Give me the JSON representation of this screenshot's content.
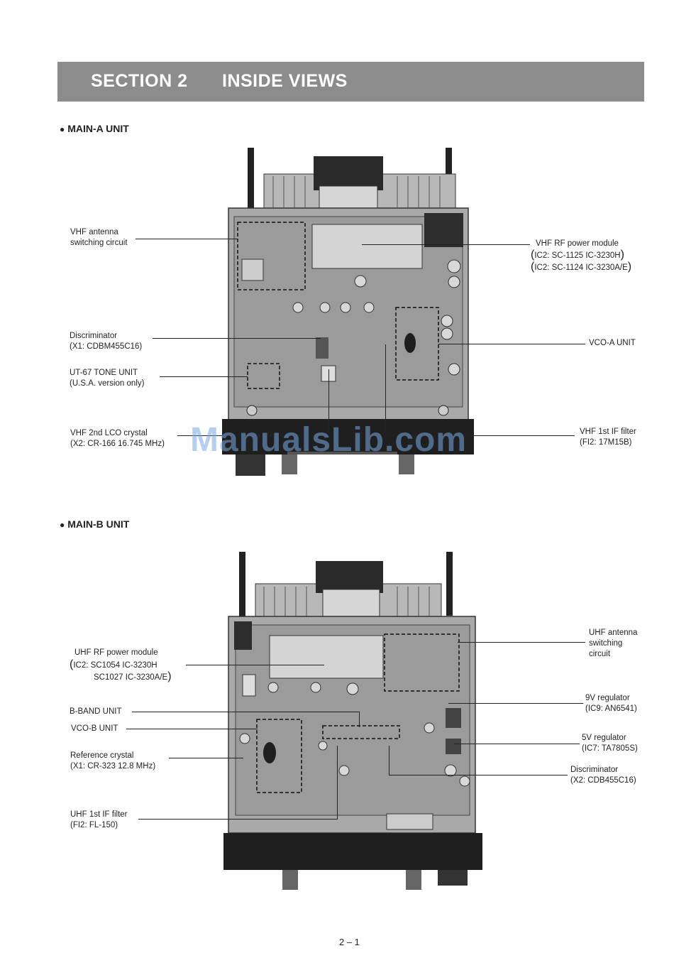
{
  "header": {
    "section_number": "SECTION 2",
    "section_title": "INSIDE VIEWS"
  },
  "main_a": {
    "heading": "MAIN-A UNIT",
    "callouts": {
      "vhf_antenna": [
        "VHF antenna",
        "switching circuit"
      ],
      "vhf_rf_module": [
        "VHF RF power module",
        "IC2: SC-1125 IC-3230H",
        "IC2: SC-1124 IC-3230A/E"
      ],
      "discriminator": [
        "Discriminator",
        "(X1: CDBM455C16)"
      ],
      "vco_a": [
        "VCO-A UNIT"
      ],
      "ut67": [
        "UT-67 TONE UNIT",
        "(U.S.A. version only)"
      ],
      "vhf_lco": [
        "VHF 2nd LCO crystal",
        "(X2: CR-166 16.745 MHz)"
      ],
      "vhf_if": [
        "VHF 1st IF filter",
        "(FI2: 17M15B)"
      ]
    }
  },
  "main_b": {
    "heading": "MAIN-B UNIT",
    "callouts": {
      "uhf_antenna": [
        "UHF antenna",
        "switching",
        "circuit"
      ],
      "uhf_rf_module": [
        "UHF RF power module",
        "IC2: SC1054 IC-3230H",
        "SC1027 IC-3230A/E"
      ],
      "reg9v": [
        "9V regulator",
        "(IC9: AN6541)"
      ],
      "bband": [
        "B-BAND UNIT"
      ],
      "vco_b": [
        "VCO-B UNIT"
      ],
      "reg5v": [
        "5V regulator",
        "(IC7: TA7805S)"
      ],
      "ref_crystal": [
        "Reference crystal",
        "(X1: CR-323 12.8 MHz)"
      ],
      "discriminator": [
        "Discriminator",
        "(X2: CDB455C16)"
      ],
      "uhf_if": [
        "UHF 1st IF filter",
        "(FI2: FL-150)"
      ]
    }
  },
  "watermark": "ManualsLib.com",
  "footer": {
    "page_number": "2 – 1"
  }
}
